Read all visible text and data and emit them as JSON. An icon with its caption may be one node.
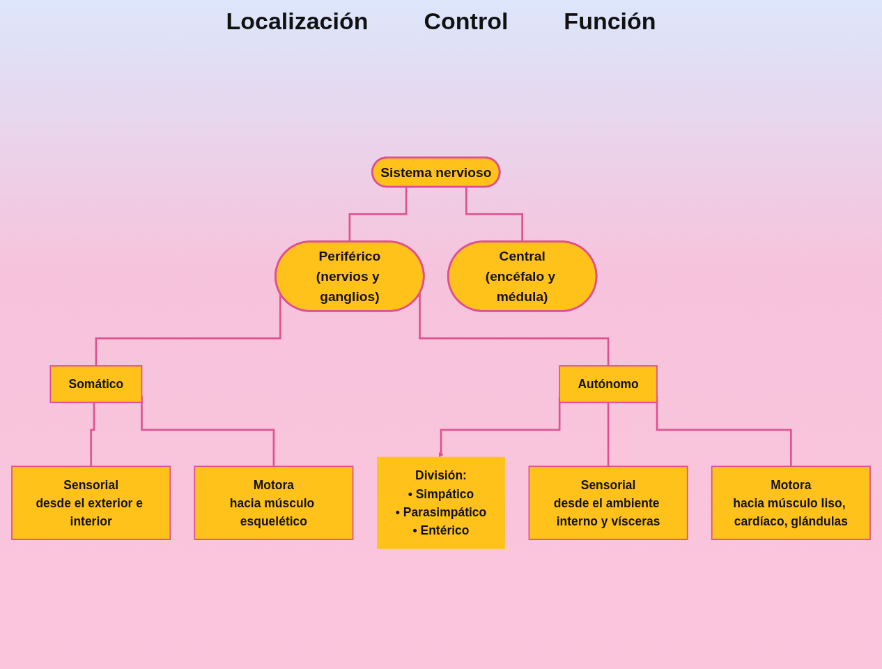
{
  "diagram": {
    "nodes": [
      {
        "text": [
          "Sistema nervioso"
        ]
      },
      {
        "text": [
          "Periférico",
          "(nervios y ganglios)"
        ]
      },
      {
        "text": [
          "Central",
          "(encéfalo y médula)"
        ]
      },
      {
        "text": [
          "Somático"
        ]
      },
      {
        "text": [
          "Autónomo"
        ]
      },
      {
        "text": [
          "División:",
          "• Simpático",
          "• Parasimpático",
          "• Entérico"
        ]
      },
      {
        "text": [
          "Sensorial",
          "desde el exterior e interior"
        ]
      },
      {
        "text": [
          "Motora",
          "hacia músculo esquelético"
        ]
      },
      {
        "text": [
          "Sensorial",
          "desde el ambiente interno y vísceras"
        ]
      },
      {
        "text": [
          "Motora",
          "hacia músculo liso, cardíaco, glándulas"
        ]
      }
    ],
    "edges": [
      {
        "from": 0,
        "to": 1,
        "arrow": "none"
      },
      {
        "from": 0,
        "to": 2,
        "arrow": "none"
      },
      {
        "from": 1,
        "to": 3,
        "arrow": "none"
      },
      {
        "from": 1,
        "to": 4,
        "arrow": "none"
      },
      {
        "from": 4,
        "to": 5,
        "arrow": "to"
      },
      {
        "from": 3,
        "to": 6,
        "arrow": "none"
      },
      {
        "from": 3,
        "to": 7,
        "arrow": "none"
      },
      {
        "from": 4,
        "to": 8,
        "arrow": "none"
      },
      {
        "from": 4,
        "to": 9,
        "arrow": "none"
      }
    ],
    "labels": [
      "Localización",
      "Control",
      "Función"
    ]
  }
}
